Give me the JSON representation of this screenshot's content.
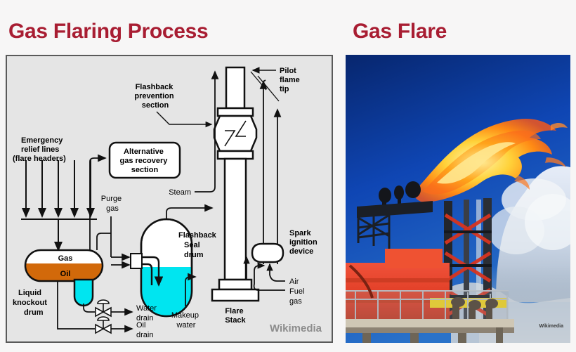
{
  "headings": {
    "left": "Gas Flaring Process",
    "right": "Gas Flare"
  },
  "colors": {
    "heading": "#a81d32",
    "page_background": "#f7f6f6",
    "diagram_background": "#e5e5e5",
    "diagram_border": "#5a5a5a",
    "oil_fill": "#d2690a",
    "water_fill": "#00e5f0",
    "sky_blue": "#0b3fa8",
    "flame_orange": "#ff7a12",
    "flame_yellow": "#ffe14d",
    "platform_red": "#e8412a",
    "beam_yellow": "#f2d41a"
  },
  "diagram": {
    "watermark": "Wikimedia",
    "labels": {
      "emergency_relief": "Emergency\nrelief lines\n(flare headers)",
      "emergency_relief_lines": [
        "Emergency",
        "relief lines",
        "(flare headers)"
      ],
      "alternative_gas_recovery": [
        "Alternative",
        "gas recovery",
        "section"
      ],
      "flashback_prevention": [
        "Flashback",
        "prevention",
        "section"
      ],
      "pilot_flame_tip": [
        "Pilot",
        "flame",
        "tip"
      ],
      "steam": "Steam",
      "purge_gas": [
        "Purge",
        "gas"
      ],
      "flashback_seal_drum": [
        "Flashback",
        "Seal",
        "drum"
      ],
      "spark_ignition_device": [
        "Spark",
        "ignition",
        "device"
      ],
      "air": "Air",
      "fuel_gas": [
        "Fuel",
        "gas"
      ],
      "flare_stack": [
        "Flare",
        "Stack"
      ],
      "liquid_knockout_drum": [
        "Liquid",
        "knockout",
        "drum"
      ],
      "gas": "Gas",
      "oil": "Oil",
      "water_drain": [
        "Water",
        "drain"
      ],
      "oil_drain": [
        "Oil",
        "drain"
      ],
      "makeup_water": [
        "Makeup",
        "water"
      ]
    }
  },
  "photo": {
    "watermark": "Wikimedia",
    "description": "Offshore gas flare boom with large orange flame against deep blue sky and white clouds above a red platform"
  }
}
